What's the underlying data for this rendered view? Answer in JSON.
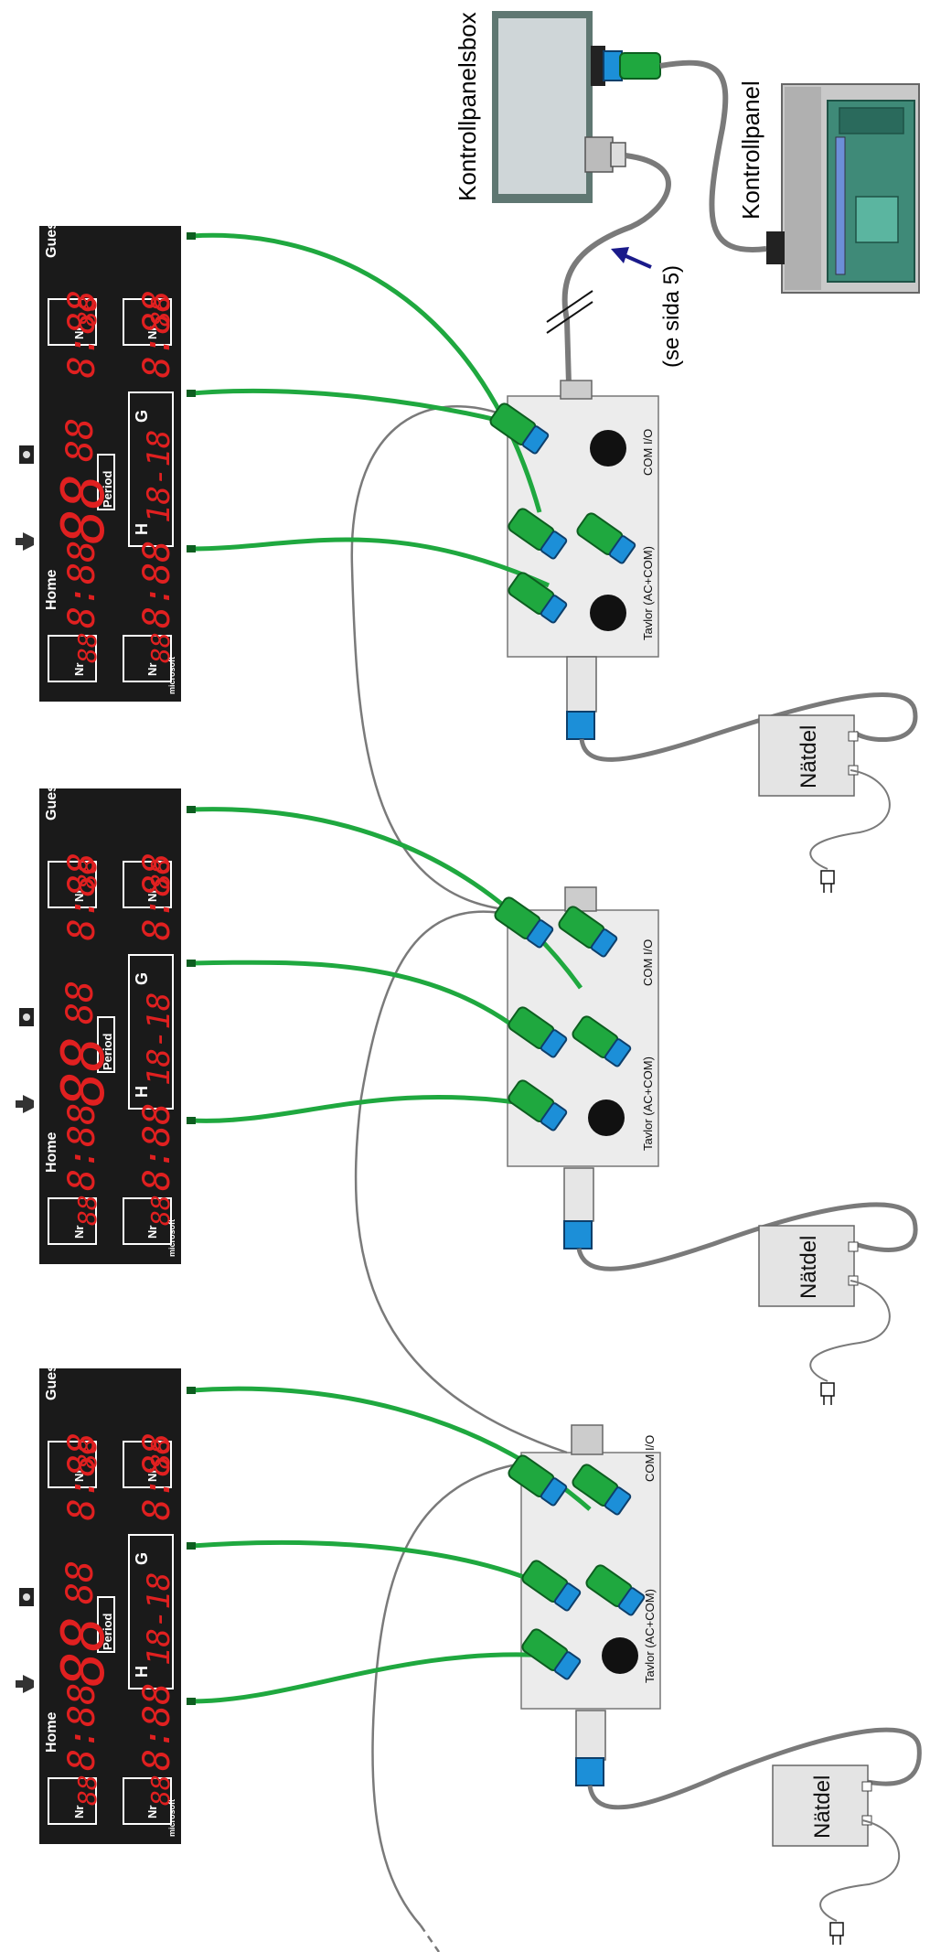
{
  "colors": {
    "cable_green": "#1fa83f",
    "cable_gray": "#7a7a7a",
    "connector_blue": "#1c8fd8",
    "board_bg": "#1a1a1a",
    "led_red": "#e02020",
    "box_fill": "#ececec",
    "control_box": "#cfd6d8",
    "control_panel_screen": "#3f8a78",
    "arrow": "#1a1a8a"
  },
  "control_panel_box_label": "Kontrollpanelsbox",
  "control_panel_label": "Kontrollpanel",
  "see_page_label": "(se sida 5)",
  "power_unit_label": "Nätdel",
  "port_labels": {
    "com": "COM I/O",
    "tavlor": "Tavlor (AC+COM)"
  },
  "scoreboard": {
    "home": "Home",
    "guests": "Guests",
    "nr": "Nr",
    "period": "Period",
    "h": "H",
    "g": "G",
    "brand": "microsoft",
    "digits_big": "88",
    "digits_small": "88",
    "digits_clock": "8:88",
    "digits_score": "18-18"
  },
  "icons": [
    "horn-icon",
    "camera-icon",
    "power-plug-icon"
  ]
}
